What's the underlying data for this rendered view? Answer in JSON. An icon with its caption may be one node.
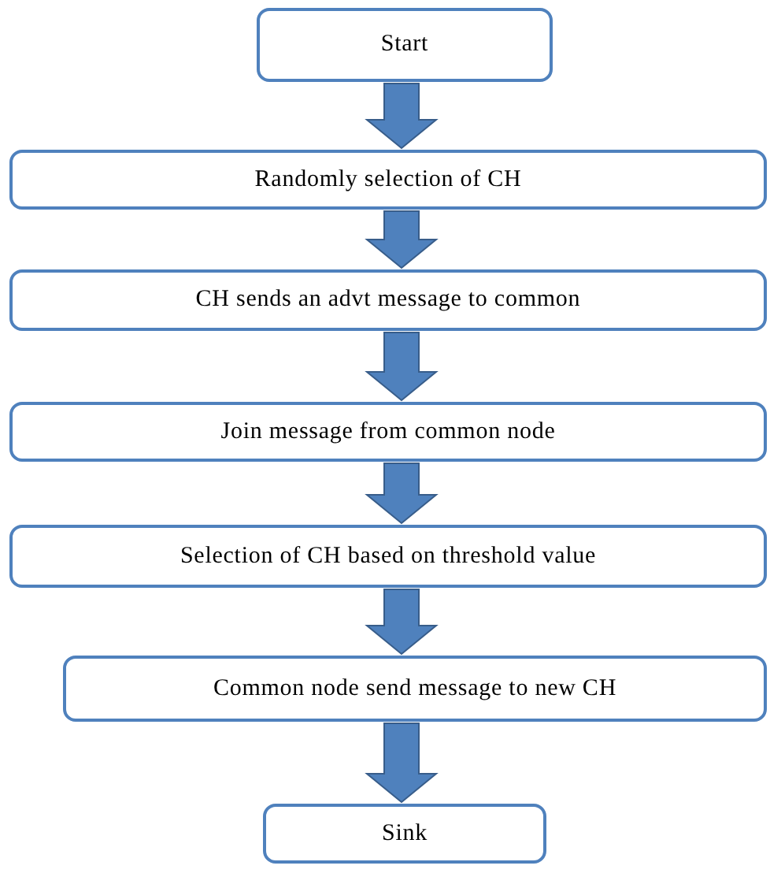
{
  "diagram": {
    "nodes": [
      {
        "text": [
          "Start"
        ]
      },
      {
        "text": [
          "Randomly selection of CH"
        ]
      },
      {
        "text": [
          "CH sends an advt message to common"
        ]
      },
      {
        "text": [
          "Join message from common node"
        ]
      },
      {
        "text": [
          "Selection of CH based on threshold value"
        ]
      },
      {
        "text": [
          "Common node send message to new CH"
        ]
      },
      {
        "text": [
          "Sink"
        ]
      }
    ],
    "edges": [
      {
        "from": 0,
        "to": 1,
        "arrow": "to"
      },
      {
        "from": 1,
        "to": 2,
        "arrow": "to"
      },
      {
        "from": 2,
        "to": 3,
        "arrow": "to"
      },
      {
        "from": 3,
        "to": 4,
        "arrow": "to"
      },
      {
        "from": 4,
        "to": 5,
        "arrow": "to"
      },
      {
        "from": 5,
        "to": 6,
        "arrow": "to"
      }
    ]
  }
}
